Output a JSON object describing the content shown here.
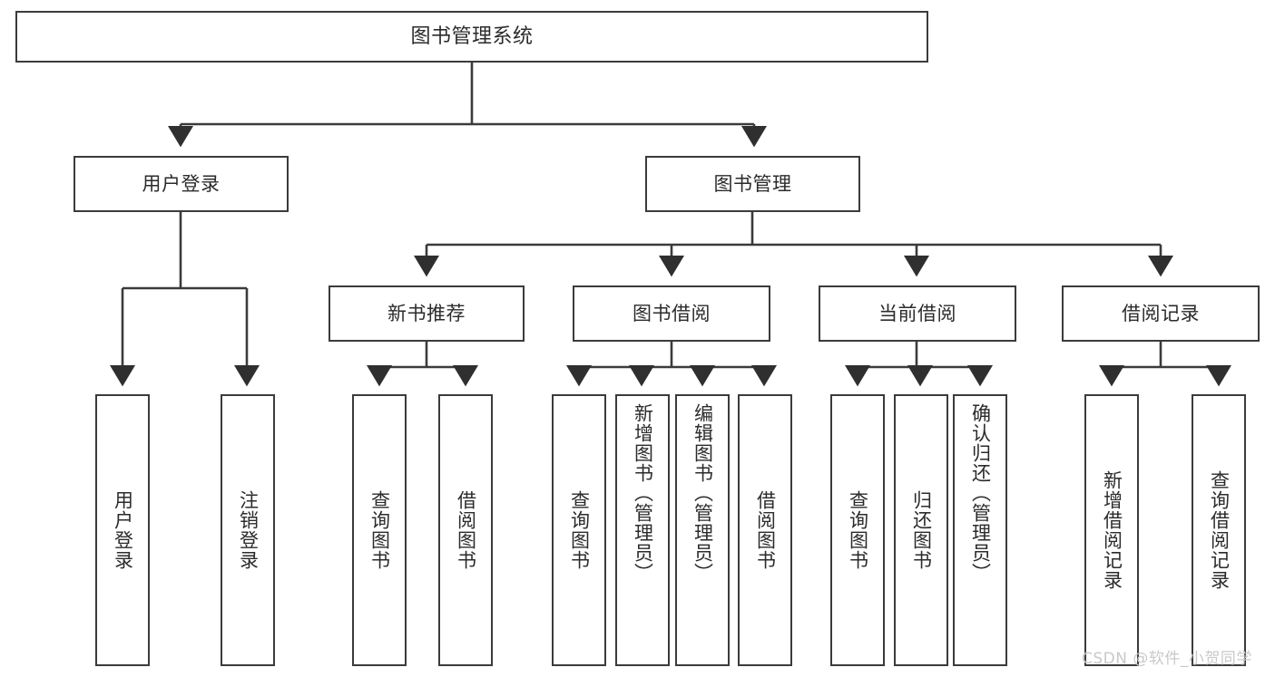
{
  "diagram": {
    "title": "图书管理系统",
    "type": "tree-hierarchy-chart",
    "stroke_color": "#3b3b3b",
    "fill_color": "#ffffff",
    "text_color": "#2b2b2b",
    "nodes": {
      "root": {
        "label": "图书管理系统"
      },
      "level2": [
        {
          "id": "user-login",
          "label": "用户登录"
        },
        {
          "id": "book-manage",
          "label": "图书管理"
        }
      ],
      "level3": [
        {
          "id": "new-book-rec",
          "label": "新书推荐"
        },
        {
          "id": "book-borrow",
          "label": "图书借阅"
        },
        {
          "id": "current-borrow",
          "label": "当前借阅"
        },
        {
          "id": "borrow-record",
          "label": "借阅记录"
        }
      ],
      "leaves_user_login": [
        {
          "id": "leaf-user-login",
          "label": "用户登录"
        },
        {
          "id": "leaf-logout",
          "label": "注销登录"
        }
      ],
      "leaves_new_book_rec": [
        {
          "id": "leaf-query-book-1",
          "label": "查询图书"
        },
        {
          "id": "leaf-borrow-book-1",
          "label": "借阅图书"
        }
      ],
      "leaves_book_borrow": [
        {
          "id": "leaf-query-book-2",
          "label": "查询图书"
        },
        {
          "id": "leaf-add-book",
          "label": "新增图书（管理员）"
        },
        {
          "id": "leaf-edit-book",
          "label": "编辑图书（管理员）"
        },
        {
          "id": "leaf-borrow-book-2",
          "label": "借阅图书"
        }
      ],
      "leaves_current_borrow": [
        {
          "id": "leaf-query-book-3",
          "label": "查询图书"
        },
        {
          "id": "leaf-return-book",
          "label": "归还图书"
        },
        {
          "id": "leaf-confirm-return",
          "label": "确认归还（管理员）"
        }
      ],
      "leaves_borrow_record": [
        {
          "id": "leaf-add-record",
          "label": "新增借阅记录"
        },
        {
          "id": "leaf-query-record",
          "label": "查询借阅记录"
        }
      ]
    }
  },
  "watermark": {
    "text": "CSDN @软件_小贺同学"
  }
}
